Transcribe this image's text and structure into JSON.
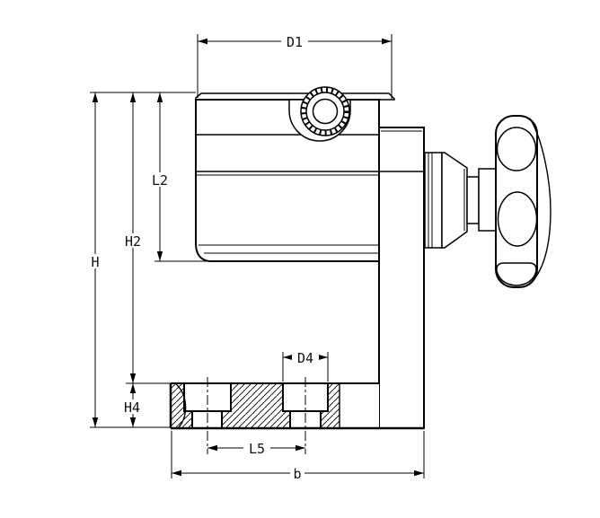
{
  "drawing": {
    "background_color": "#ffffff",
    "line_color": "#000000",
    "labels": {
      "d1": "D1",
      "h": "H",
      "h2": "H2",
      "l2": "L2",
      "h4": "H4",
      "d4": "D4",
      "l5": "L5",
      "b": "b"
    }
  }
}
